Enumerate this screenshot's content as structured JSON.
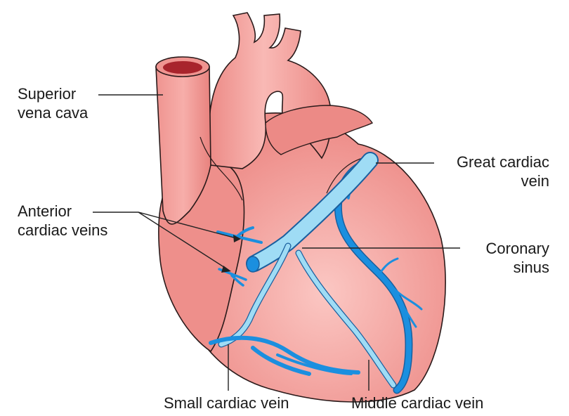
{
  "labels": {
    "superior_vena_cava": [
      "Superior",
      "vena cava"
    ],
    "anterior_cardiac_veins": [
      "Anterior",
      "cardiac veins"
    ],
    "great_cardiac_vein": [
      "Great cardiac",
      "vein"
    ],
    "coronary_sinus": [
      "Coronary",
      "sinus"
    ],
    "small_cardiac_vein": "Small cardiac vein",
    "middle_cardiac_vein": "Middle cardiac vein"
  },
  "colors": {
    "heart_fill": "#ee8f8b",
    "heart_highlight": "#fbc7c3",
    "heart_outline": "#2a1a1a",
    "vessel_lumen": "#a8242c",
    "vein_dark": "#1b8fdf",
    "vein_light": "#9fdcf5",
    "vein_outline": "#1a5f9e",
    "leader_line": "#222222"
  }
}
